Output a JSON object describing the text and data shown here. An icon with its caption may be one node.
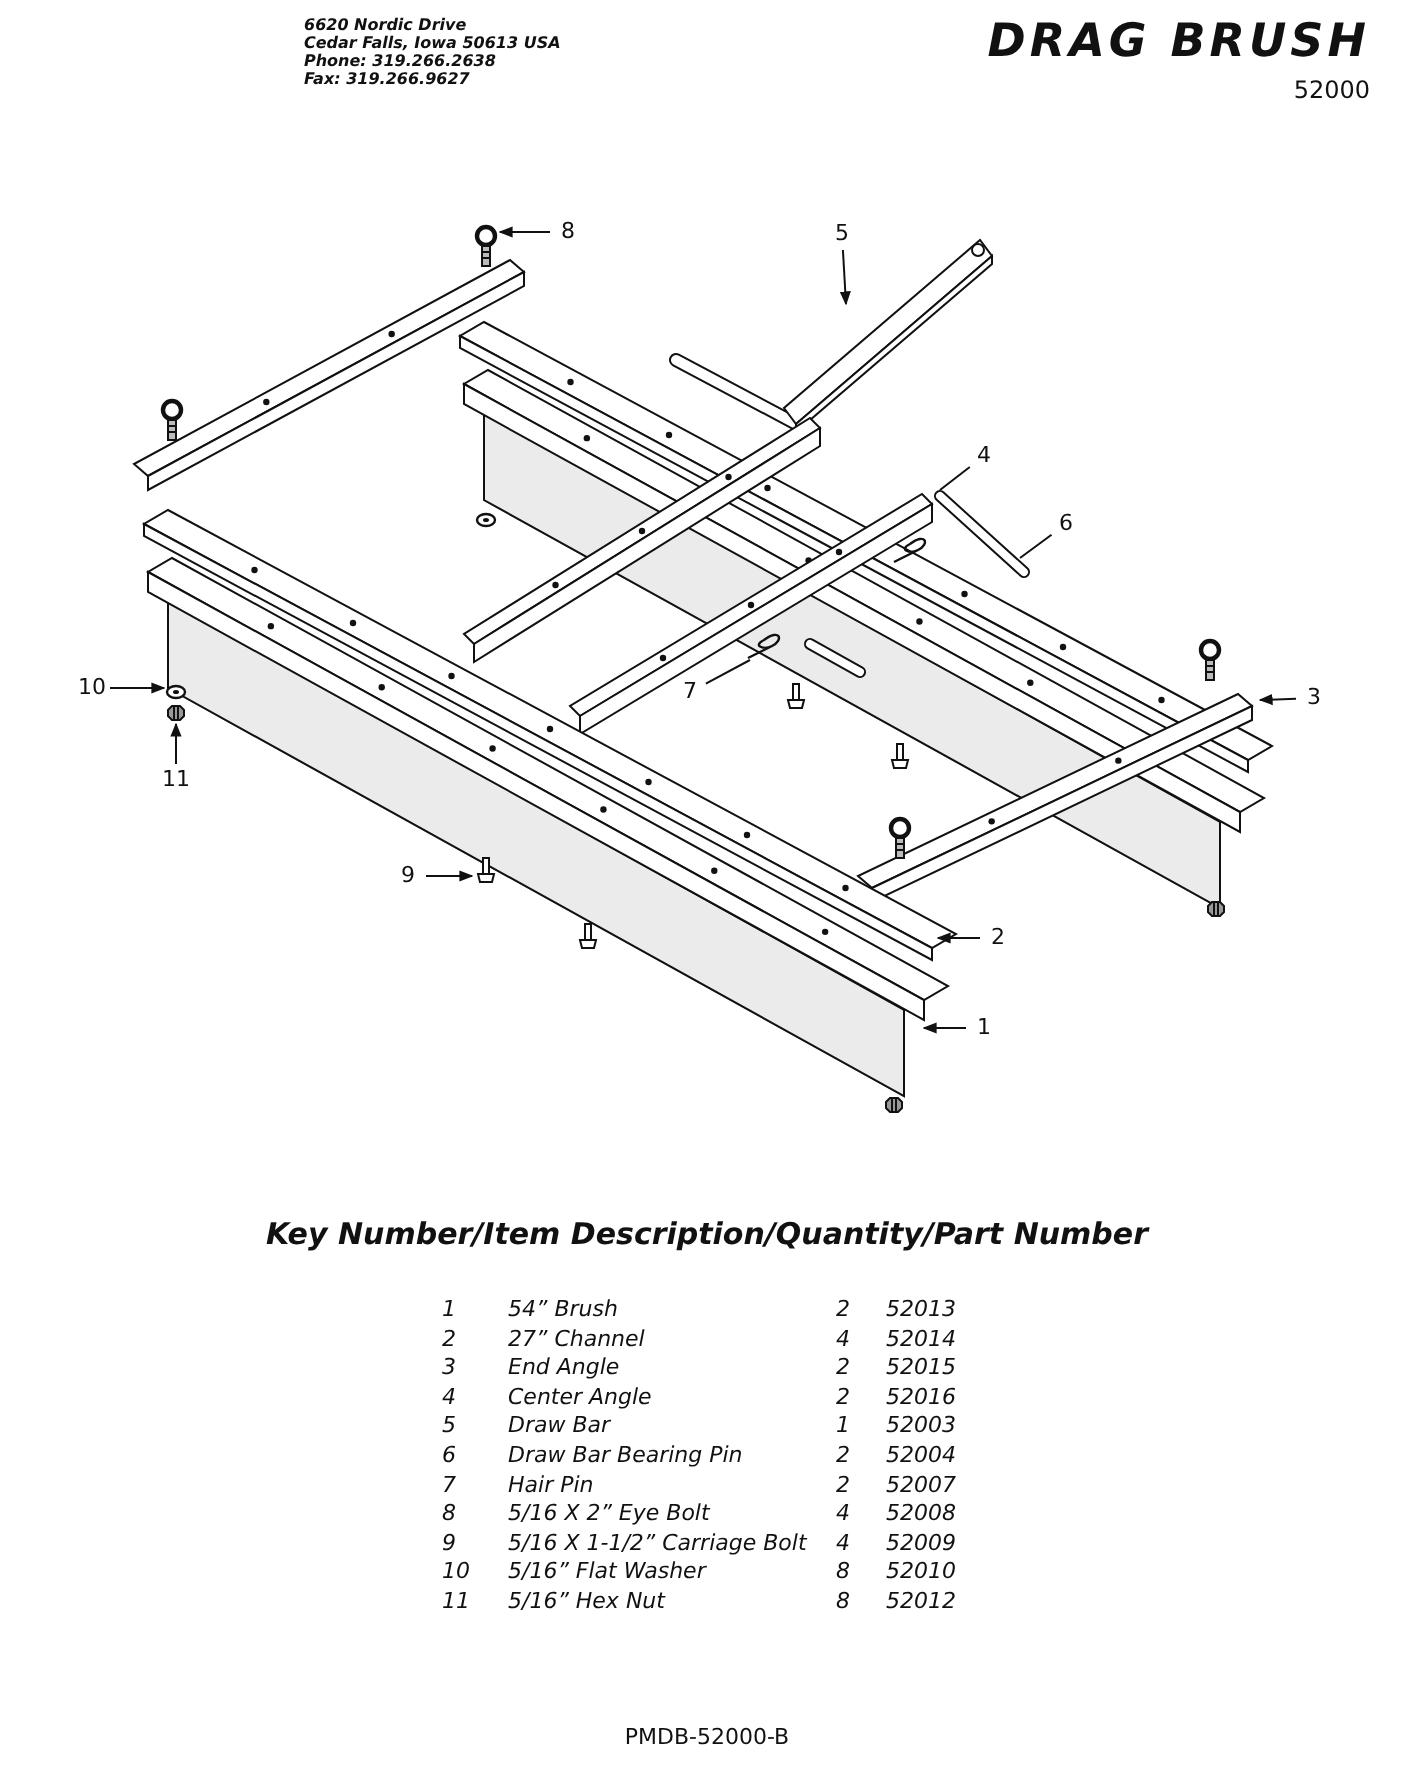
{
  "diagram": {
    "title": "DRAG BRUSH",
    "nodes": [
      {
        "text": [
          "8"
        ]
      },
      {
        "text": [
          "5"
        ]
      },
      {
        "text": [
          "4"
        ]
      },
      {
        "text": [
          "6"
        ]
      },
      {
        "text": [
          "10"
        ]
      },
      {
        "text": [
          "7"
        ]
      },
      {
        "text": [
          "3"
        ]
      },
      {
        "text": [
          "11"
        ]
      },
      {
        "text": [
          "9"
        ]
      },
      {
        "text": [
          "2"
        ]
      },
      {
        "text": [
          "1"
        ]
      },
      {
        "text": [],
        "shape": "picture"
      },
      {
        "text": [],
        "shape": "picture"
      },
      {
        "text": [],
        "shape": "picture"
      },
      {
        "text": [],
        "shape": "picture"
      },
      {
        "text": [],
        "shape": "picture"
      },
      {
        "text": [],
        "shape": "picture"
      },
      {
        "text": [],
        "shape": "picture"
      },
      {
        "text": [],
        "shape": "picture"
      },
      {
        "text": [],
        "shape": "picture"
      },
      {
        "text": [],
        "shape": "picture"
      },
      {
        "text": [],
        "shape": "picture"
      }
    ],
    "edges": [
      {
        "from": 0,
        "to": 11,
        "arrow": "to"
      },
      {
        "from": 1,
        "to": 12,
        "arrow": "to"
      },
      {
        "from": 2,
        "to": 13,
        "arrow": "none"
      },
      {
        "from": 3,
        "to": 14,
        "arrow": "none"
      },
      {
        "from": 4,
        "to": 15,
        "arrow": "to"
      },
      {
        "from": 5,
        "to": 16,
        "arrow": "none"
      },
      {
        "from": 6,
        "to": 17,
        "arrow": "to"
      },
      {
        "from": 7,
        "to": 18,
        "arrow": "to"
      },
      {
        "from": 8,
        "to": 19,
        "arrow": "to"
      },
      {
        "from": 9,
        "to": 20,
        "arrow": "to"
      },
      {
        "from": 10,
        "to": 21,
        "arrow": "to"
      }
    ],
    "labels": [
      "6620 Nordic Drive",
      "Cedar Falls, Iowa 50613 USA",
      "Phone: 319.266.2638",
      "Fax: 319.266.9627",
      "52000",
      "Key Number/Item Description/Quantity/Part Number",
      "1",
      "54” Brush",
      "2",
      "52013",
      "2",
      "27” Channel",
      "4",
      "52014",
      "3",
      "End Angle",
      "2",
      "52015",
      "4",
      "Center Angle",
      "2",
      "52016",
      "5",
      "Draw Bar",
      "1",
      "52003",
      "6",
      "Draw Bar Bearing Pin",
      "2",
      "52004",
      "7",
      "Hair Pin",
      "2",
      "52007",
      "8",
      "5/16 X 2” Eye Bolt",
      "4",
      "52008",
      "9",
      "5/16 X 1-1/2” Carriage Bolt",
      "4",
      "52009",
      "10",
      "5/16” Flat Washer",
      "8",
      "52010",
      "11",
      "5/16” Hex Nut",
      "8",
      "52012",
      "PMDB-52000-B"
    ]
  }
}
